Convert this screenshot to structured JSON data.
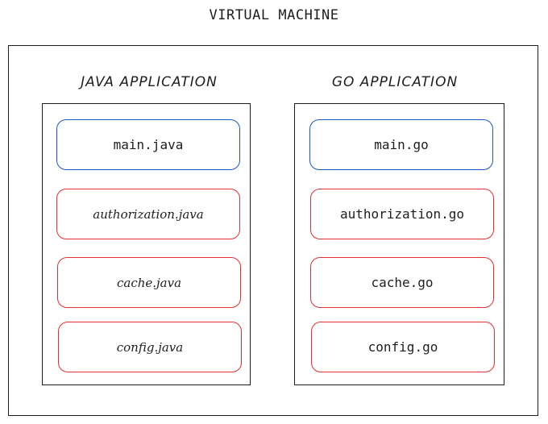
{
  "title": "VIRTUAL MACHINE",
  "java": {
    "title": "JAVA APPLICATION",
    "files": [
      "main.java",
      "authorization.java",
      "cache.java",
      "config.java"
    ]
  },
  "go": {
    "title": "GO APPLICATION",
    "files": [
      "main.go",
      "authorization.go",
      "cache.go",
      "config.go"
    ]
  },
  "colors": {
    "entry_border": "#1c56c9",
    "module_border": "#e03131",
    "stroke": "#1e1e1e"
  }
}
